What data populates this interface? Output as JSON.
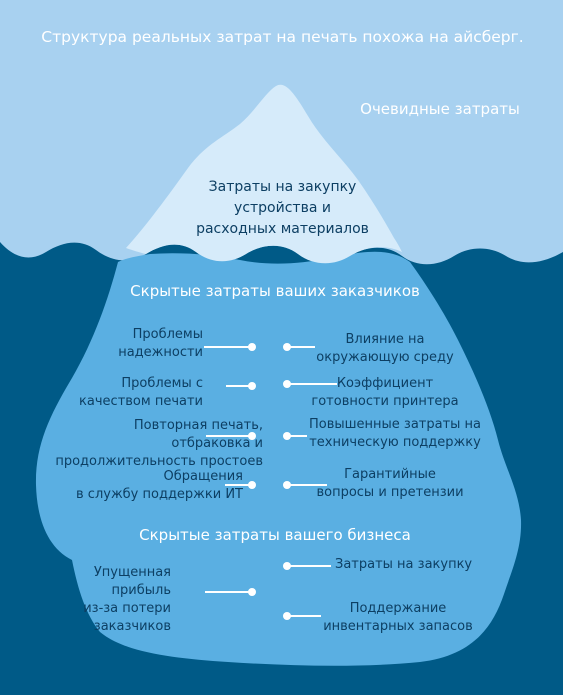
{
  "title": "Структура реальных затрат на печать похожа на айсберг.",
  "obvious_label": "Очевидные затраты",
  "tip_label": [
    "Затраты на закупку",
    "устройства и",
    "расходных материалов"
  ],
  "hidden_customers": {
    "heading": "Скрытые затраты ваших заказчиков",
    "left": [
      [
        "Проблемы",
        "надежности"
      ],
      [
        "Проблемы с",
        "качеством печати"
      ],
      [
        "Повторная печать,",
        "отбраковка и",
        "продолжительность простоев"
      ],
      [
        "Обращения",
        "в службу поддержки ИТ"
      ]
    ],
    "right": [
      [
        "Влияние на",
        "окружающую среду"
      ],
      [
        "Коэффициент",
        "готовности принтера"
      ],
      [
        "Повышенные затраты на",
        "техническую поддержку"
      ],
      [
        "Гарантийные",
        "вопросы и претензии"
      ]
    ]
  },
  "hidden_business": {
    "heading": "Скрытые затраты вашего бизнеса",
    "left": [
      [
        "Упущенная",
        "прибыль",
        "из-за потери",
        "заказчиков"
      ]
    ],
    "right": [
      [
        "Затраты на закупку"
      ],
      [
        "Поддержание",
        "инвентарных запасов"
      ]
    ]
  },
  "colors": {
    "sky": "#a8d1f0",
    "water": "#005a87",
    "ice_top": "#d6ebfa",
    "ice_under": "#5aafe2",
    "text_dark": "#0d3f63",
    "text_light": "#ffffff"
  }
}
